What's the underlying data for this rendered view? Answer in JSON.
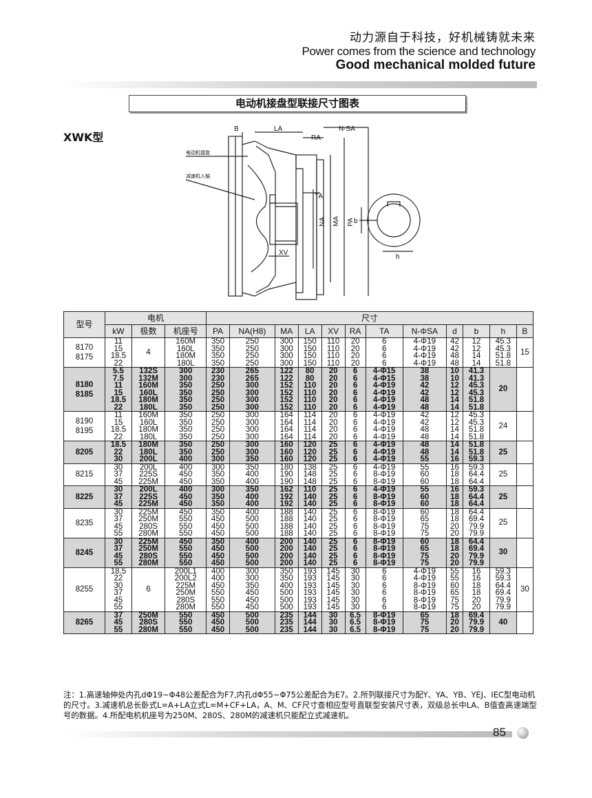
{
  "header": {
    "slogan_cn": "动力源自于科技，好机械铸就未来",
    "slogan_en": "Power comes from the science and technology",
    "slogan_bold": "Good mechanical molded future"
  },
  "title": "电动机接盘型联接尺寸图表",
  "model_label": "XWK型",
  "drawing": {
    "labels": {
      "b": "B",
      "la": "LA",
      "nsa": "N-SA",
      "ra": "RA",
      "ta": "TA",
      "na": "NA",
      "ma": "MA",
      "pa": "PA",
      "xv": "XV",
      "motor_plate": "电动机接盘",
      "input_shaft": "减速机入轴",
      "key_b": "b",
      "key_h": "h"
    }
  },
  "table": {
    "group_headers": {
      "model": "型号",
      "motor": "电机",
      "dims": "尺寸"
    },
    "columns": [
      "kW",
      "极数",
      "机座号",
      "PA",
      "NA(H8)",
      "MA",
      "LA",
      "XV",
      "RA",
      "TA",
      "N-ΦSA",
      "d",
      "b",
      "h",
      "B"
    ],
    "poles": [
      {
        "value": "4"
      },
      {
        "value": "6"
      }
    ],
    "groups": [
      {
        "model": "8170\n8175",
        "B": "15",
        "shade": false,
        "rows": [
          [
            "11",
            "160M",
            "350",
            "250",
            "300",
            "150",
            "110",
            "20",
            "6",
            "4-Φ19",
            "42",
            "12",
            "45.3"
          ],
          [
            "15",
            "160L",
            "350",
            "250",
            "300",
            "150",
            "110",
            "20",
            "6",
            "4-Φ19",
            "42",
            "12",
            "45.3"
          ],
          [
            "18.5",
            "180M",
            "350",
            "250",
            "300",
            "150",
            "110",
            "20",
            "6",
            "4-Φ19",
            "48",
            "14",
            "51.8"
          ],
          [
            "22",
            "180L",
            "350",
            "250",
            "300",
            "150",
            "110",
            "20",
            "6",
            "4-Φ19",
            "48",
            "14",
            "51.8"
          ]
        ]
      },
      {
        "model": "8180\n8185",
        "B": "20",
        "shade": true,
        "rows": [
          [
            "5.5",
            "132S",
            "300",
            "230",
            "265",
            "122",
            "80",
            "20",
            "6",
            "4-Φ15",
            "38",
            "10",
            "41.3"
          ],
          [
            "7.5",
            "132M",
            "300",
            "230",
            "265",
            "122",
            "80",
            "20",
            "6",
            "4-Φ15",
            "38",
            "10",
            "41.3"
          ],
          [
            "11",
            "160M",
            "350",
            "250",
            "300",
            "152",
            "110",
            "20",
            "6",
            "4-Φ19",
            "42",
            "12",
            "45.3"
          ],
          [
            "15",
            "160L",
            "350",
            "250",
            "300",
            "152",
            "110",
            "20",
            "6",
            "4-Φ19",
            "42",
            "12",
            "45.3"
          ],
          [
            "18.5",
            "180M",
            "350",
            "250",
            "300",
            "152",
            "110",
            "20",
            "6",
            "4-Φ19",
            "48",
            "14",
            "51.8"
          ],
          [
            "22",
            "180L",
            "350",
            "250",
            "300",
            "152",
            "110",
            "20",
            "6",
            "4-Φ19",
            "48",
            "14",
            "51.8"
          ]
        ]
      },
      {
        "model": "8190\n8195",
        "B": "24",
        "shade": false,
        "rows": [
          [
            "11",
            "160M",
            "350",
            "250",
            "300",
            "164",
            "114",
            "20",
            "6",
            "4-Φ19",
            "42",
            "12",
            "45.3"
          ],
          [
            "15",
            "160L",
            "350",
            "250",
            "300",
            "164",
            "114",
            "20",
            "6",
            "4-Φ19",
            "42",
            "12",
            "45.3"
          ],
          [
            "18.5",
            "180M",
            "350",
            "250",
            "300",
            "164",
            "114",
            "20",
            "6",
            "4-Φ19",
            "48",
            "14",
            "51.8"
          ],
          [
            "22",
            "180L",
            "350",
            "250",
            "300",
            "164",
            "114",
            "20",
            "6",
            "4-Φ19",
            "48",
            "14",
            "51.8"
          ]
        ]
      },
      {
        "model": "8205",
        "B": "25",
        "shade": true,
        "rows": [
          [
            "18.5",
            "180M",
            "350",
            "250",
            "300",
            "160",
            "120",
            "25",
            "6",
            "4-Φ19",
            "48",
            "14",
            "51.8"
          ],
          [
            "22",
            "180L",
            "350",
            "250",
            "300",
            "160",
            "120",
            "25",
            "6",
            "4-Φ19",
            "48",
            "14",
            "51.8"
          ],
          [
            "30",
            "200L",
            "400",
            "300",
            "350",
            "160",
            "120",
            "25",
            "6",
            "4-Φ19",
            "55",
            "16",
            "59.3"
          ]
        ]
      },
      {
        "model": "8215",
        "B": "25",
        "shade": false,
        "rows": [
          [
            "30",
            "200L",
            "400",
            "300",
            "350",
            "180",
            "138",
            "25",
            "6",
            "4-Φ19",
            "55",
            "16",
            "59.3"
          ],
          [
            "37",
            "225S",
            "450",
            "350",
            "400",
            "190",
            "148",
            "25",
            "6",
            "8-Φ19",
            "60",
            "18",
            "64.4"
          ],
          [
            "45",
            "225M",
            "450",
            "350",
            "400",
            "190",
            "148",
            "25",
            "6",
            "8-Φ19",
            "60",
            "18",
            "64.4"
          ]
        ]
      },
      {
        "model": "8225",
        "B": "25",
        "shade": true,
        "rows": [
          [
            "30",
            "200L",
            "400",
            "300",
            "350",
            "162",
            "110",
            "25",
            "6",
            "4-Φ19",
            "55",
            "16",
            "59.3"
          ],
          [
            "37",
            "225S",
            "450",
            "350",
            "400",
            "192",
            "140",
            "25",
            "6",
            "8-Φ19",
            "60",
            "18",
            "64.4"
          ],
          [
            "45",
            "225M",
            "450",
            "350",
            "400",
            "192",
            "140",
            "25",
            "6",
            "8-Φ19",
            "60",
            "18",
            "64.4"
          ]
        ]
      },
      {
        "model": "8235",
        "B": "25",
        "shade": false,
        "rows": [
          [
            "30",
            "225M",
            "450",
            "350",
            "400",
            "188",
            "140",
            "25",
            "6",
            "8-Φ19",
            "60",
            "18",
            "64.4"
          ],
          [
            "37",
            "250M",
            "550",
            "450",
            "500",
            "188",
            "140",
            "25",
            "6",
            "8-Φ19",
            "65",
            "18",
            "69.4"
          ],
          [
            "45",
            "280S",
            "550",
            "450",
            "500",
            "188",
            "140",
            "25",
            "6",
            "8-Φ19",
            "75",
            "20",
            "79.9"
          ],
          [
            "55",
            "280M",
            "550",
            "450",
            "500",
            "188",
            "140",
            "25",
            "6",
            "8-Φ19",
            "75",
            "20",
            "79.9"
          ]
        ]
      },
      {
        "model": "8245",
        "B": "30",
        "shade": true,
        "rows": [
          [
            "30",
            "225M",
            "450",
            "350",
            "400",
            "200",
            "140",
            "25",
            "6",
            "8-Φ19",
            "60",
            "18",
            "64.4"
          ],
          [
            "37",
            "250M",
            "550",
            "450",
            "500",
            "200",
            "140",
            "25",
            "6",
            "8-Φ19",
            "65",
            "18",
            "69.4"
          ],
          [
            "45",
            "280S",
            "550",
            "450",
            "500",
            "200",
            "140",
            "25",
            "6",
            "8-Φ19",
            "75",
            "20",
            "79.9"
          ],
          [
            "55",
            "280M",
            "550",
            "450",
            "500",
            "200",
            "140",
            "25",
            "6",
            "8-Φ19",
            "75",
            "20",
            "79.9"
          ]
        ]
      },
      {
        "model": "8255",
        "B": "30",
        "shade": false,
        "rows": [
          [
            "18.5",
            "200L1",
            "400",
            "300",
            "350",
            "193",
            "145",
            "30",
            "6",
            "4-Φ19",
            "55",
            "16",
            "59.3"
          ],
          [
            "22",
            "200L2",
            "400",
            "300",
            "350",
            "193",
            "145",
            "30",
            "6",
            "4-Φ19",
            "55",
            "16",
            "59.3"
          ],
          [
            "30",
            "225M",
            "450",
            "350",
            "400",
            "193",
            "145",
            "30",
            "6",
            "8-Φ19",
            "60",
            "18",
            "64.4"
          ],
          [
            "37",
            "250M",
            "550",
            "450",
            "500",
            "193",
            "145",
            "30",
            "6",
            "8-Φ19",
            "65",
            "18",
            "69.4"
          ],
          [
            "45",
            "280S",
            "550",
            "450",
            "500",
            "193",
            "145",
            "30",
            "6",
            "8-Φ19",
            "75",
            "20",
            "79.9"
          ],
          [
            "55",
            "280M",
            "550",
            "450",
            "500",
            "193",
            "145",
            "30",
            "6",
            "8-Φ19",
            "75",
            "20",
            "79.9"
          ]
        ]
      },
      {
        "model": "8265",
        "B": "40",
        "shade": true,
        "rows": [
          [
            "37",
            "250M",
            "550",
            "450",
            "500",
            "235",
            "144",
            "30",
            "6.5",
            "8-Φ19",
            "65",
            "18",
            "69.4"
          ],
          [
            "45",
            "280S",
            "550",
            "450",
            "500",
            "235",
            "144",
            "30",
            "6.5",
            "8-Φ19",
            "75",
            "20",
            "79.9"
          ],
          [
            "55",
            "280M",
            "550",
            "450",
            "500",
            "235",
            "144",
            "30",
            "6.5",
            "8-Φ19",
            "75",
            "20",
            "79.9"
          ]
        ]
      }
    ]
  },
  "notes": "注：1.高速轴伸处内孔dΦ19~Φ48公差配合为F7,内孔dΦ55~Φ75公差配合为E7。2.所列联接尺寸为配Y、YA、YB、YEJ、IEC型电动机的尺寸。3.减速机总长卧式L=A+LA立式L=M+CF+LA，A、M、CF尺寸查相应型号直联型安装尺寸表，双级总长中LA、B值查高速端型号的数据。4.所配电机机座号为250M、280S、280M的减速机只能配立式减速机。",
  "page_number": "85"
}
